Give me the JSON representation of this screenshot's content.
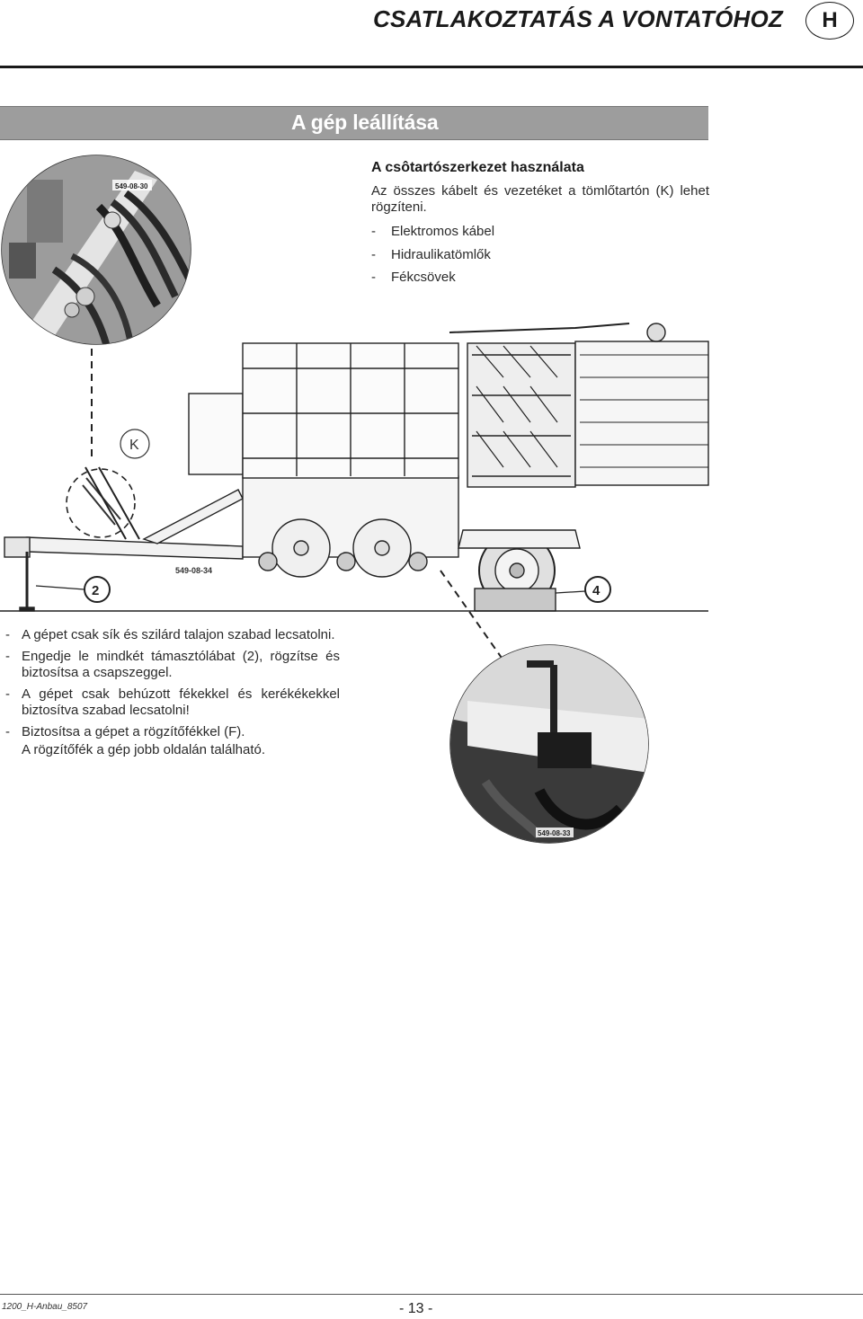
{
  "header": {
    "title": "CSATLAKOZTATÁS A VONTATÓHOZ",
    "badge": "H"
  },
  "section": {
    "title": "A gép leállítása"
  },
  "hose_holder": {
    "heading": "A csôtartószerkezet használata",
    "intro": "Az összes kábelt és vezetéket a tömlőtartón (K) lehet rögzíteni.",
    "items": [
      {
        "dash": "-",
        "text": "Elektromos kábel"
      },
      {
        "dash": "-",
        "text": "Hidraulikatömlők"
      },
      {
        "dash": "-",
        "text": "Fékcsövek"
      }
    ]
  },
  "figure": {
    "photo_top_label": "549-08-30",
    "drawing_label": "549-08-34",
    "photo_bottom_label": "549-08-33",
    "callout_k": "K",
    "callout_2": "2",
    "callout_4": "4"
  },
  "instructions": [
    {
      "dash": "-",
      "text": "A gépet csak sík és szilárd talajon szabad lecsatolni."
    },
    {
      "dash": "-",
      "text": "Engedje le mindkét támasztólábat (2), rögzítse és biztosítsa a csapszeggel."
    },
    {
      "dash": "-",
      "text": "A gépet csak behúzott fékekkel és kerékékekkel biztosítva szabad lecsatolni!"
    },
    {
      "dash": "-",
      "text": "Biztosítsa a gépet a rögzítőfékkel (F)."
    }
  ],
  "instructions_note": "A rögzítőfék a gép jobb oldalán található.",
  "footer": {
    "doc_code": "1200_H-Anbau_8507",
    "page": "- 13 -"
  },
  "colors": {
    "section_bar": "#9d9d9d",
    "ink": "#1a1a1a"
  }
}
